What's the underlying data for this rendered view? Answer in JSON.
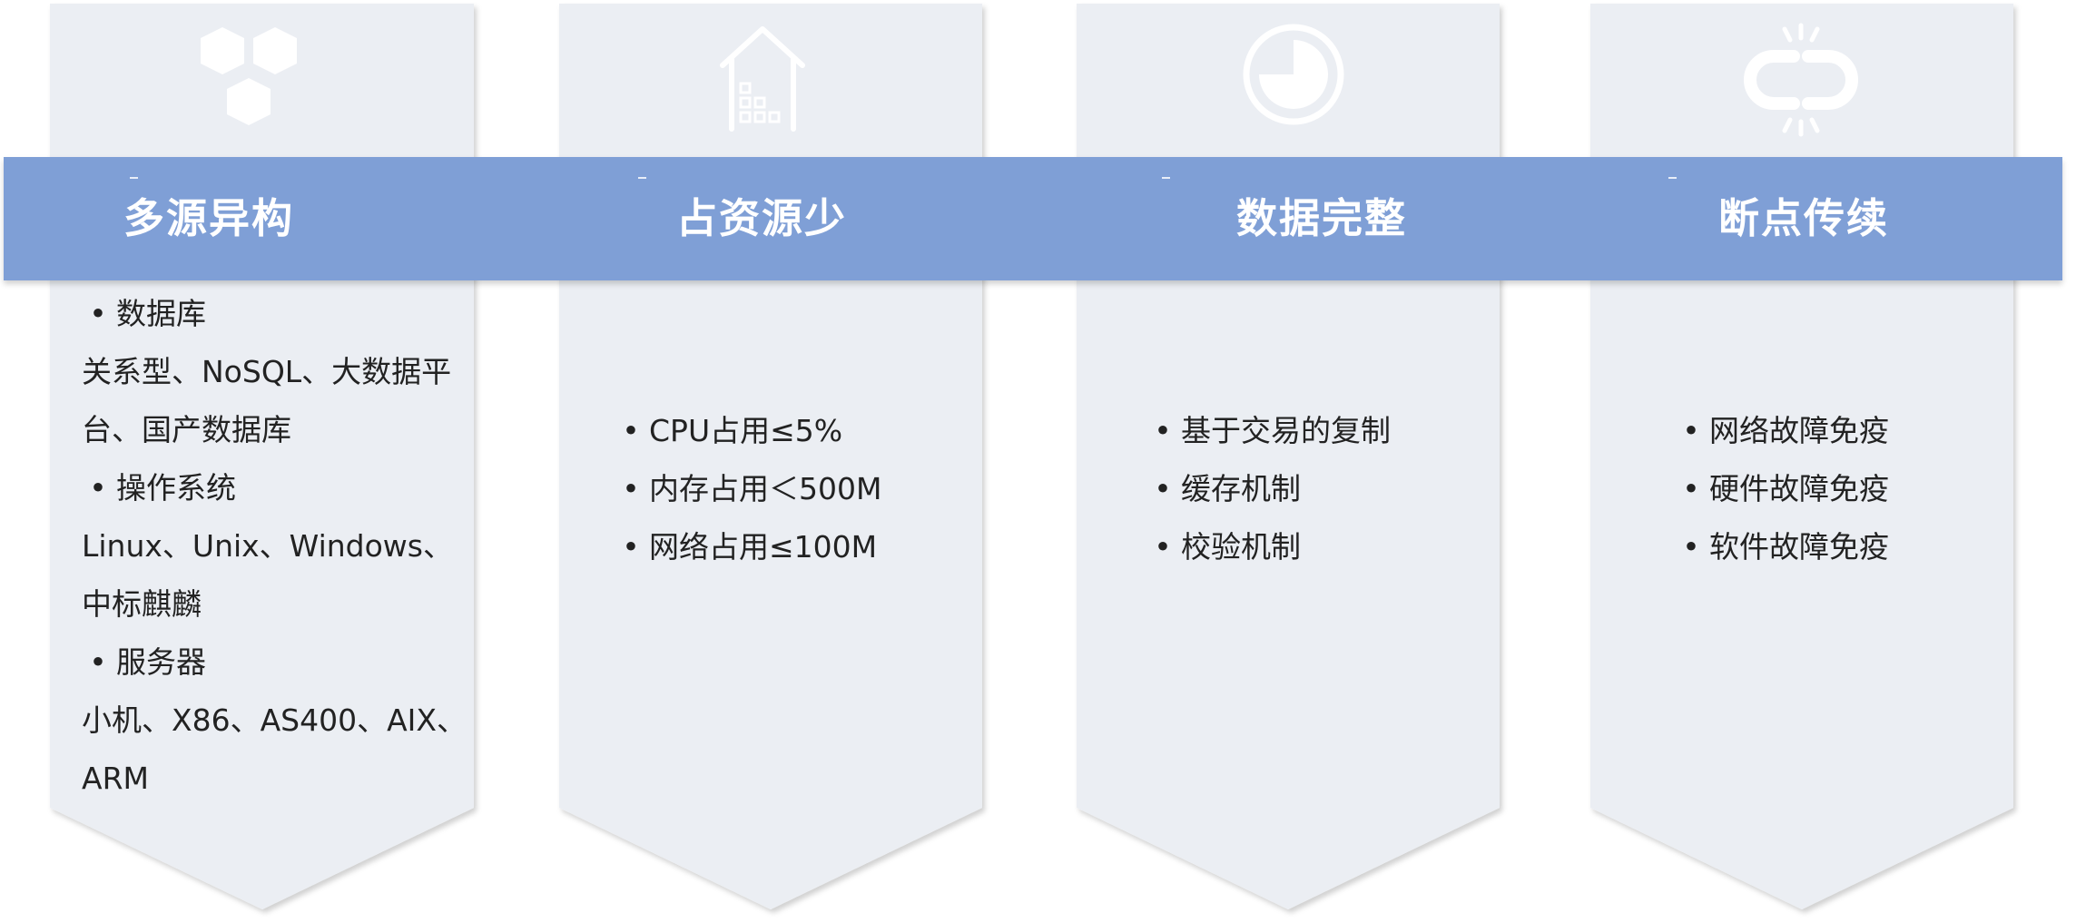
{
  "colors": {
    "band": "#7f9fd6",
    "card": "#ebeef3",
    "icon": "#ffffff",
    "text": "#222222"
  },
  "cards": [
    {
      "icon": "hexagon-cluster-icon",
      "title": "多源异构",
      "lines": [
        {
          "bullet": true,
          "text": "数据库"
        },
        {
          "bullet": false,
          "text": "关系型、NoSQL、大数据平"
        },
        {
          "bullet": false,
          "text": "台、国产数据库"
        },
        {
          "bullet": true,
          "text": "操作系统"
        },
        {
          "bullet": false,
          "text": "Linux、Unix、Windows、"
        },
        {
          "bullet": false,
          "text": "中标麒麟"
        },
        {
          "bullet": true,
          "text": "服务器"
        },
        {
          "bullet": false,
          "text": "小机、X86、AS400、AIX、"
        },
        {
          "bullet": false,
          "text": "ARM"
        }
      ]
    },
    {
      "icon": "building-icon",
      "title": "占资源少",
      "lines": [
        {
          "bullet": true,
          "text": "CPU占用≤5%"
        },
        {
          "bullet": true,
          "text": "内存占用＜500M"
        },
        {
          "bullet": true,
          "text": "网络占用≤100M"
        }
      ]
    },
    {
      "icon": "pie-chart-icon",
      "title": "数据完整",
      "lines": [
        {
          "bullet": true,
          "text": "基于交易的复制"
        },
        {
          "bullet": true,
          "text": "缓存机制"
        },
        {
          "bullet": true,
          "text": "校验机制"
        }
      ]
    },
    {
      "icon": "broken-link-icon",
      "title": "断点传续",
      "lines": [
        {
          "bullet": true,
          "text": "网络故障免疫"
        },
        {
          "bullet": true,
          "text": "硬件故障免疫"
        },
        {
          "bullet": true,
          "text": "软件故障免疫"
        }
      ]
    }
  ]
}
